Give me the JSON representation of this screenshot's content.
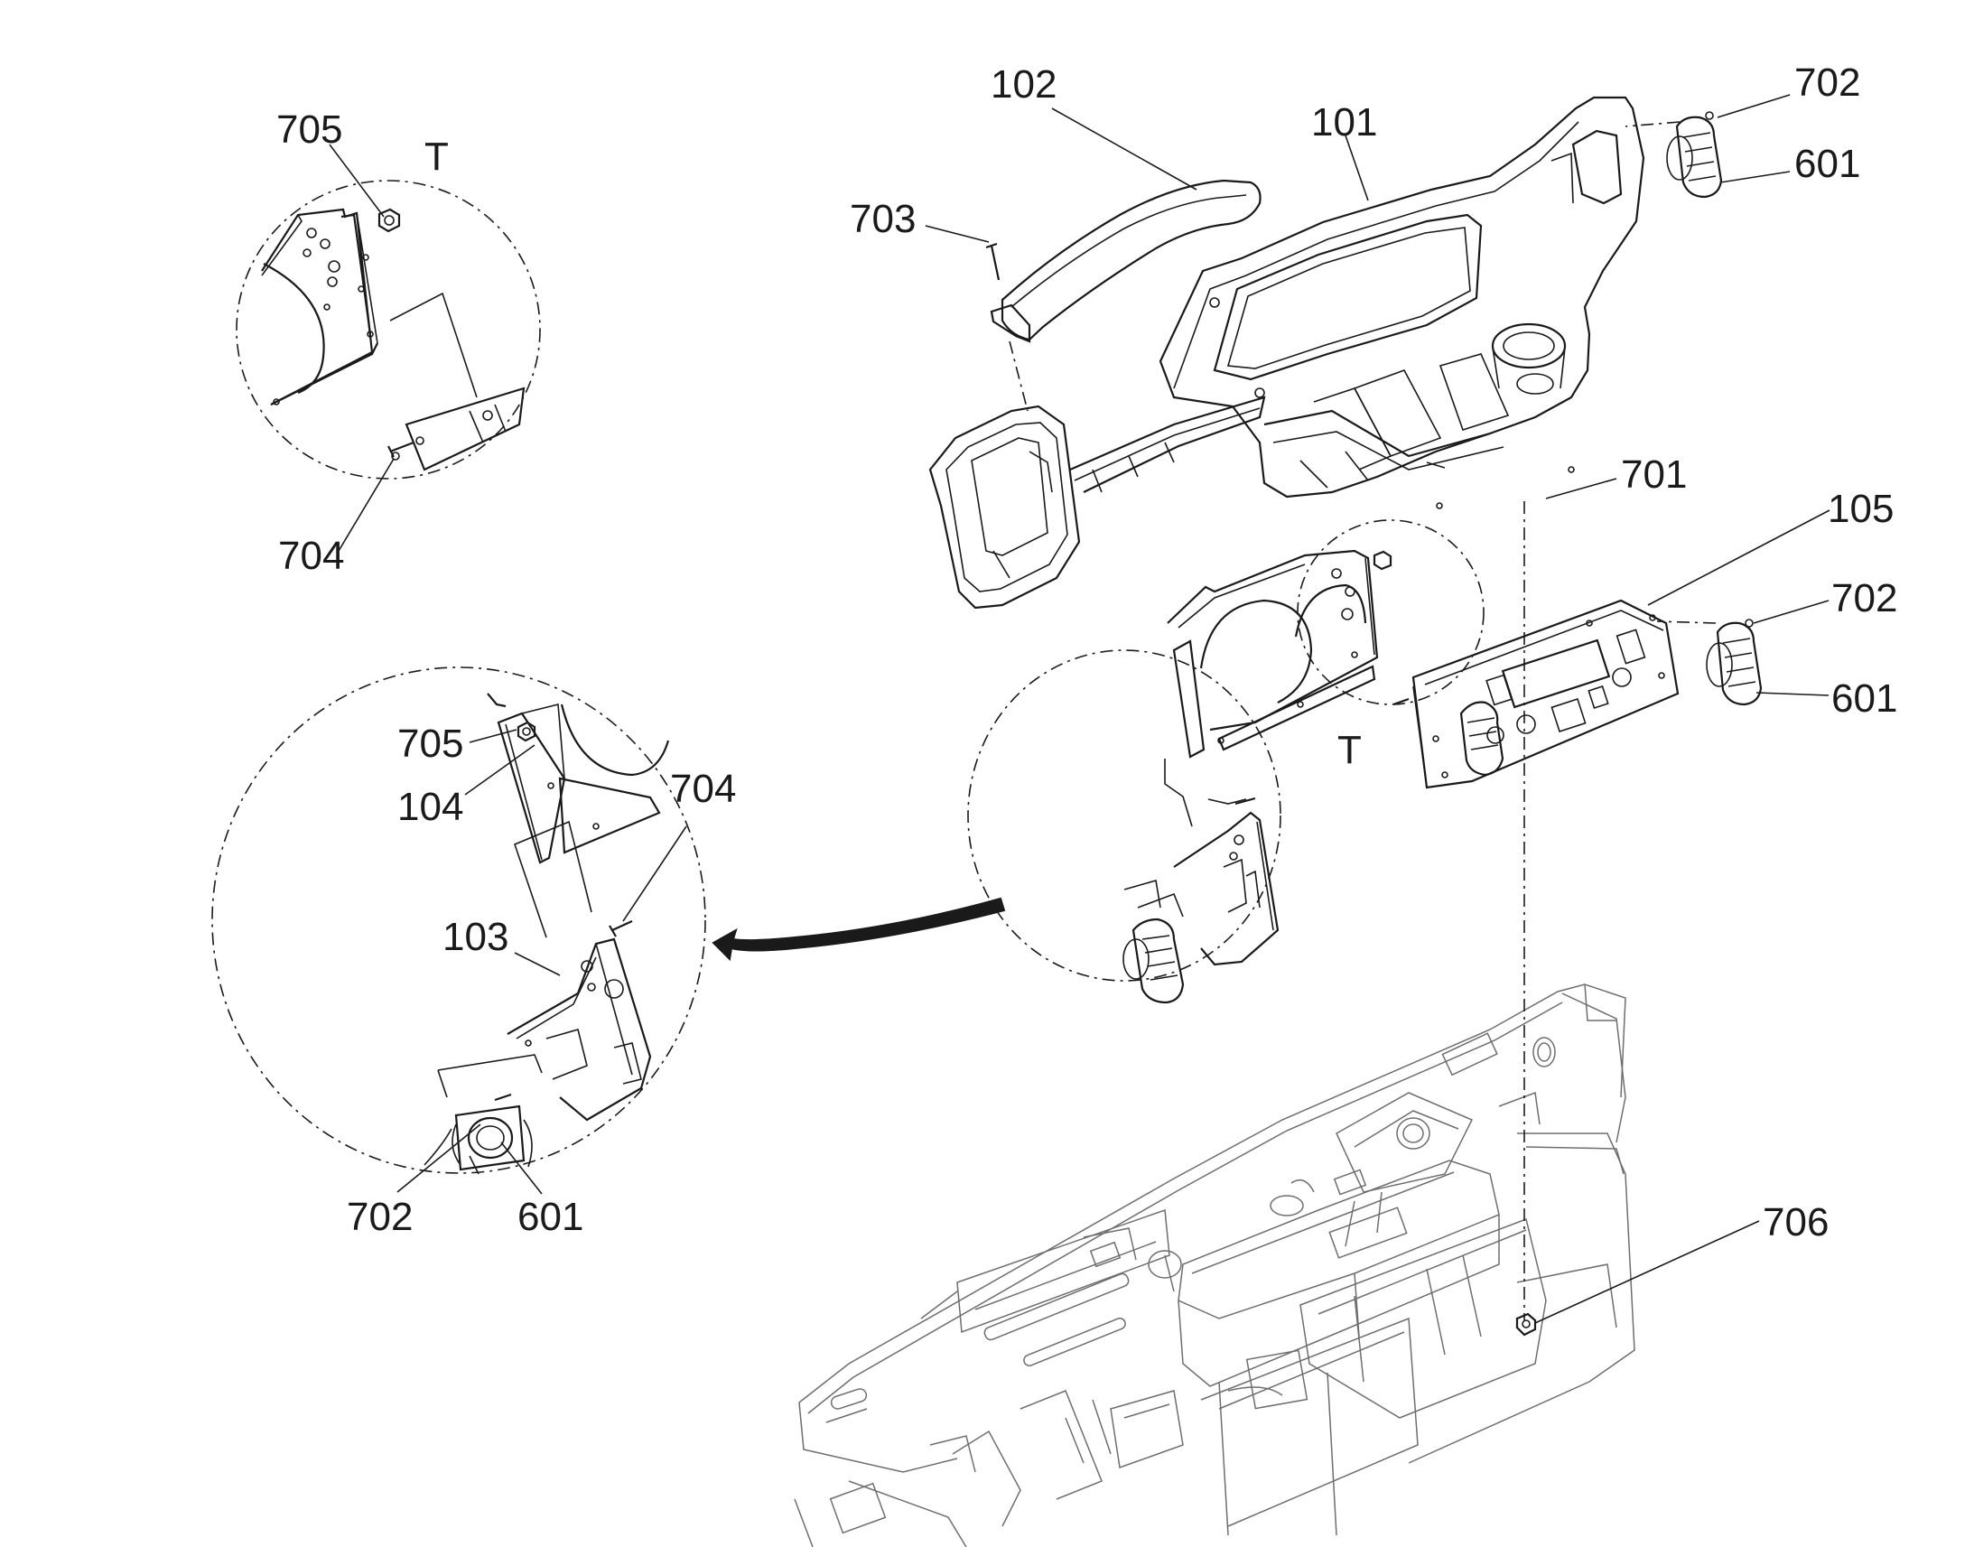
{
  "labels": {
    "l102": "102",
    "l101": "101",
    "l702a": "702",
    "l601a": "601",
    "l703": "703",
    "l701": "701",
    "l105": "105",
    "l702b": "702",
    "l601b": "601",
    "lT1": "T",
    "lT2": "T",
    "l705a": "705",
    "l704a": "704",
    "l705b": "705",
    "l104": "104",
    "l704b": "704",
    "l103": "103",
    "l702c": "702",
    "l601c": "601",
    "l706": "706"
  }
}
